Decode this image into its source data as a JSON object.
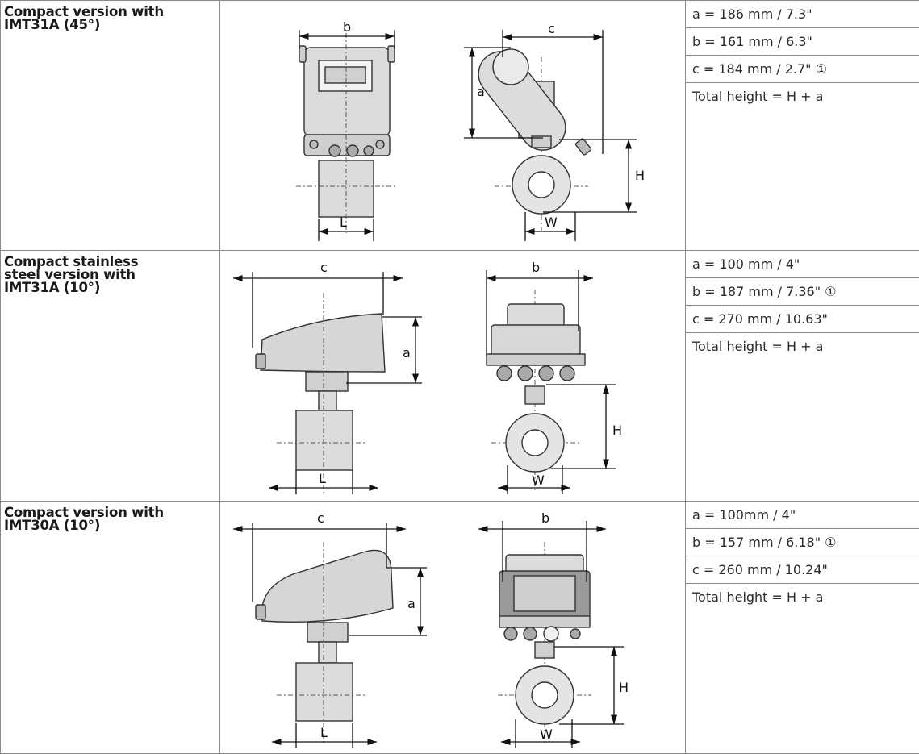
{
  "rows": [
    {
      "label": "Compact version with\nIMT31A (45°)",
      "values": [
        "a = 186 mm / 7.3\"",
        "b = 161 mm / 6.3\"",
        "c = 184 mm / 2.7\" ①",
        "Total height = H + a"
      ],
      "dim_letters": [
        "b",
        "c",
        "a",
        "H",
        "L",
        "W"
      ]
    },
    {
      "label": "Compact  stainless\nsteel version with\nIMT31A (10°)",
      "values": [
        "a =  100 mm / 4\"",
        "b = 187 mm / 7.36\" ①",
        "c = 270 mm / 10.63\"",
        "Total height = H + a"
      ],
      "dim_letters": [
        "c",
        "b",
        "a",
        "H",
        "L",
        "W"
      ]
    },
    {
      "label": "Compact version with\nIMT30A (10°)",
      "values": [
        "a =  100mm / 4\"",
        "b = 157 mm / 6.18\" ①",
        "c = 260 mm / 10.24\"",
        "Total height = H + a"
      ],
      "dim_letters": [
        "c",
        "b",
        "a",
        "H",
        "L",
        "W"
      ]
    }
  ]
}
